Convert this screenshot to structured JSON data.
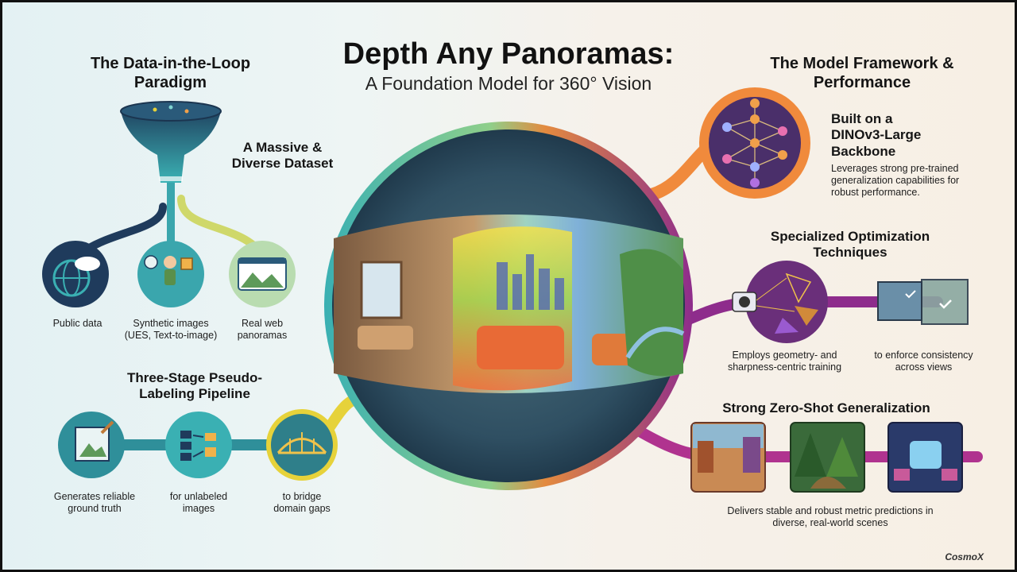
{
  "title": "Depth Any Panoramas:",
  "subtitle": "A Foundation Model for 360° Vision",
  "left": {
    "section_title": "The Data-in-the-Loop Paradigm",
    "dataset_title": "A Massive & Diverse Dataset",
    "sources": [
      {
        "icon": "globe-cloud-icon",
        "label": "Public data"
      },
      {
        "icon": "3d-person-box-icon",
        "label": "Synthetic images (UES, Text-to-image)"
      },
      {
        "icon": "web-browser-landscape-icon",
        "label": "Real web panoramas"
      }
    ],
    "pipeline_title": "Three-Stage Pseudo-Labeling Pipeline",
    "stages": [
      {
        "icon": "paintbrush-canvas-icon",
        "label": "Generates reliable ground truth"
      },
      {
        "icon": "data-flow-blocks-icon",
        "label": "for unlabeled images"
      },
      {
        "icon": "bridge-icon",
        "label": "to bridge domain gaps"
      }
    ]
  },
  "right": {
    "section_title": "The Model Framework & Performance",
    "backbone_title": "Built on a DINOv3-Large Backbone",
    "backbone_desc": "Leverages strong pre-trained generalization capabilities for robust performance.",
    "optimization_title": "Specialized Optimization Techniques",
    "optimization_captions": [
      "Employs geometry- and sharpness-centric training",
      "to enforce consistency across views"
    ],
    "zeroshot_title": "Strong Zero-Shot Generalization",
    "zeroshot_desc": "Delivers stable and robust metric predictions in diverse, real-world scenes",
    "scenes": [
      "city-street-scene-icon",
      "forest-scene-icon",
      "spaceship-corridor-scene-icon"
    ]
  },
  "brand": "CosmoX",
  "colors": {
    "teal": "#2f8f9a",
    "navy": "#1f3b5c",
    "yellow": "#e6d23a",
    "orange": "#f08a3c",
    "purple": "#7d2f8f",
    "magenta": "#b0338f"
  }
}
